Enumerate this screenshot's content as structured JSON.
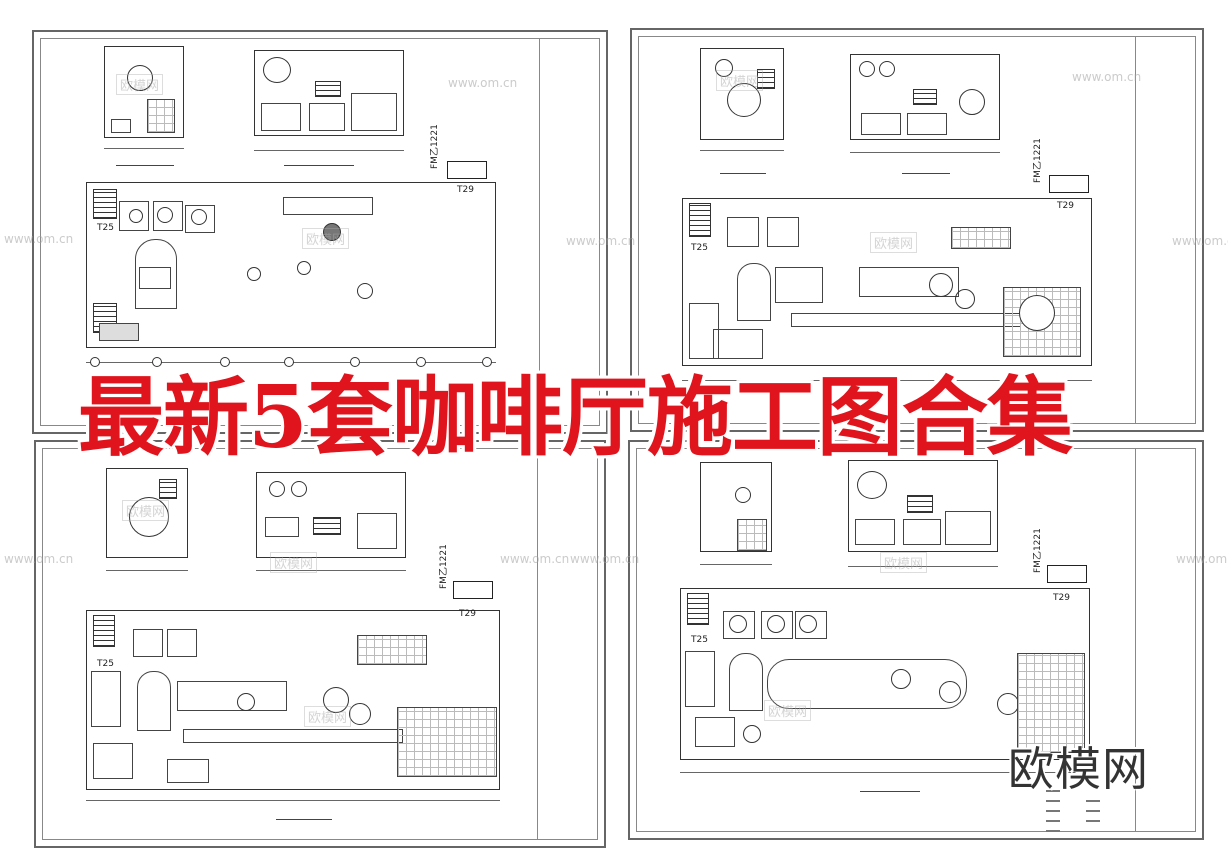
{
  "headline": "最新5套咖啡厅施工图合集",
  "brand": "欧模网",
  "watermark": {
    "url": "www.om.cn",
    "logo": "欧模网"
  },
  "sheets": [
    {
      "tag_code": "FM乙1221",
      "elevator": "T29",
      "stair": "T25"
    },
    {
      "tag_code": "FM乙1221",
      "elevator": "T29",
      "stair": "T25"
    },
    {
      "tag_code": "FM乙1221",
      "elevator": "T29",
      "stair": "T25"
    },
    {
      "tag_code": "FM乙1221",
      "elevator": "T29",
      "stair": "T25"
    }
  ],
  "colors": {
    "headline": "#e0141c",
    "line": "#333333",
    "background": "#ffffff"
  }
}
